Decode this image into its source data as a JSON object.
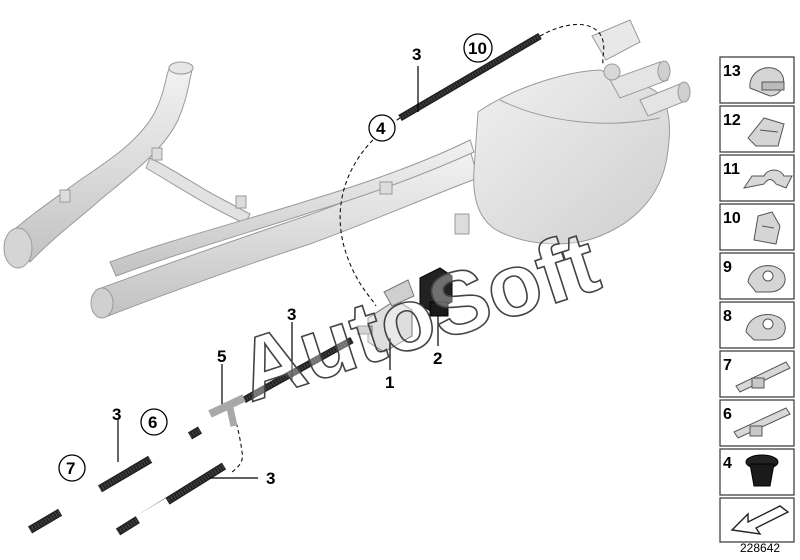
{
  "callouts": {
    "c1": "1",
    "c2": "2",
    "c3a": "3",
    "c3b": "3",
    "c3c": "3",
    "c3d": "3",
    "c4": "4",
    "c5": "5",
    "c6": "6",
    "c7": "7",
    "c10": "10"
  },
  "side_panel": {
    "items": [
      "13",
      "12",
      "11",
      "10",
      "9",
      "8",
      "7",
      "6",
      "4"
    ]
  },
  "watermark": "AutoSoft",
  "reference_number": "228642"
}
